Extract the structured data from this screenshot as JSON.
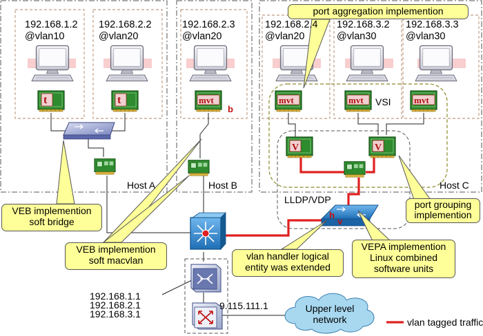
{
  "hosts": {
    "host_a": "Host A",
    "host_b": "Host B",
    "host_c": "Host C"
  },
  "vms": [
    {
      "ip": "192.168.1.2",
      "vlan": "@vlan10",
      "nic": "t"
    },
    {
      "ip": "192.168.2.2",
      "vlan": "@vlan20",
      "nic": "t"
    },
    {
      "ip": "192.168.2.3",
      "vlan": "@vlan20",
      "nic": "mvt"
    },
    {
      "ip": "192.168.2.4",
      "vlan": "@vlan20",
      "nic": "mvt"
    },
    {
      "ip": "192.168.3.2",
      "vlan": "@vlan30",
      "nic": "mvt"
    },
    {
      "ip": "192.168.3.3",
      "vlan": "@vlan30",
      "nic": "mvt"
    }
  ],
  "labels": {
    "b_mark": "b",
    "vsi": "VSI",
    "lldp_vdp": "LLDP/VDP",
    "gw_ips": [
      "192.168.1.1",
      "192.168.2.1",
      "192.168.3.1"
    ],
    "router_ip": "9.115.111.1",
    "v_chip": "V",
    "h_mark": "h",
    "v_mark": "v"
  },
  "cloud": {
    "line1": "Upper level",
    "line2": "network"
  },
  "legend": {
    "label": "vlan tagged traffic",
    "color": "#e02020"
  },
  "callouts": {
    "port_aggregation": "port aggregation implemention",
    "veb_bridge_1": "VEB implemention",
    "veb_bridge_2": "soft bridge",
    "veb_macvlan_1": "VEB implemention",
    "veb_macvlan_2": "soft macvlan",
    "vlan_handler_1": "vlan handler logical",
    "vlan_handler_2": "entity was extended",
    "port_grouping_1": "port grouping",
    "port_grouping_2": "implemention",
    "vepa_1": "VEPA implemention",
    "vepa_2": "Linux combined",
    "vepa_3": "software units"
  },
  "colors": {
    "callout_fill": "#ffff99",
    "nic_green": "#2e8b2e",
    "nic_dark": "#1b5e1b",
    "vsi_outline": "#8a8a2a",
    "host_border": "#555555",
    "vm_border": "#b08060",
    "switch_blue": "#2c7fc7",
    "cloud_fill": "#a8d8f0"
  }
}
